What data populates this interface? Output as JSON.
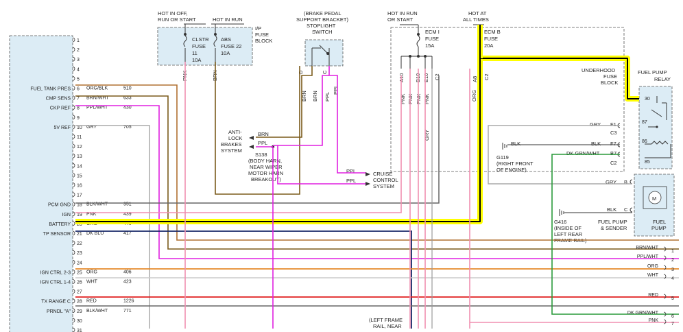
{
  "pcm": {
    "pins": [
      "1",
      "2",
      "3",
      "4",
      "5",
      "6",
      "7",
      "8",
      "9",
      "10",
      "11",
      "12",
      "13",
      "14",
      "15",
      "16",
      "17",
      "18",
      "19",
      "20",
      "21",
      "22",
      "23",
      "24",
      "25",
      "26",
      "27",
      "28",
      "29",
      "30",
      "31"
    ],
    "labels": {
      "6": "FUEL TANK PRES",
      "7": "CMP SENS",
      "8": "CKP REF",
      "10": "5V REF",
      "18": "PCM GND",
      "19": "IGN",
      "20": "BATTERY",
      "21": "TP SENSOR",
      "25": "IGN CTRL 2-3",
      "26": "IGN CTRL 1-4",
      "28": "TX RANGE C",
      "29": "PRNDL \"A\""
    },
    "wires": [
      {
        "pin": "6",
        "color": "ORG/BLK",
        "circuit": "510"
      },
      {
        "pin": "7",
        "color": "BRN/WHT",
        "circuit": "633"
      },
      {
        "pin": "8",
        "color": "PPL/WHT",
        "circuit": "430"
      },
      {
        "pin": "10",
        "color": "GRY",
        "circuit": "705"
      },
      {
        "pin": "18",
        "color": "BLK/WHT",
        "circuit": "351"
      },
      {
        "pin": "19",
        "color": "PNK",
        "circuit": "439"
      },
      {
        "pin": "20",
        "color": "ORG",
        "circuit": "440"
      },
      {
        "pin": "21",
        "color": "DK BLU",
        "circuit": "417"
      },
      {
        "pin": "25",
        "color": "ORG",
        "circuit": "406"
      },
      {
        "pin": "26",
        "color": "WHT",
        "circuit": "423"
      },
      {
        "pin": "28",
        "color": "RED",
        "circuit": "1226"
      },
      {
        "pin": "29",
        "color": "BLK/WHT",
        "circuit": "771"
      }
    ]
  },
  "ip_fuse": {
    "hot_off": "HOT IN OFF,",
    "hot_off2": "RUN OR START",
    "hot_run": "HOT IN RUN",
    "block1": "I/P",
    "block2": "FUSE",
    "block3": "BLOCK",
    "clstr1": "CLSTR",
    "clstr2": "FUSE",
    "clstr3": "11",
    "clstr4": "10A",
    "abs1": "ABS",
    "abs2": "FUSE 22",
    "abs3": "10A",
    "pnk": "PNK",
    "brn": "BRN"
  },
  "stoplight": {
    "t1": "(BRAKE PEDAL",
    "t2": "SUPPORT BRACKET)",
    "t3": "STOPLIGHT",
    "t4": "SWITCH",
    "d": "D",
    "c": "C",
    "brn1": "BRN",
    "brn2": "BRN",
    "ppl1": "PPL",
    "ppl2": "PPL"
  },
  "abs_sys": {
    "l1": "ANTI-",
    "l2": "LOCK",
    "l3": "BRAKES",
    "l4": "SYSTEM",
    "brn": "BRN",
    "ppl": "PPL",
    "s1": "S138",
    "s2": "(BODY HARN,",
    "s3": "NEAR WIPER",
    "s4": "MOTOR HARN",
    "s5": "BREAKOUT)"
  },
  "cruise": {
    "ppl1": "PPL",
    "ppl2": "PPL",
    "l1": "CRUISE",
    "l2": "CONTROL",
    "l3": "SYSTEM"
  },
  "ecm_fuse": {
    "hot_run": "HOT IN RUN",
    "hot_run2": "OR START",
    "ecm1": "ECM I",
    "ecm2": "FUSE",
    "ecm3": "15A",
    "hot_all": "HOT AT",
    "hot_all2": "ALL TIMES",
    "ecmb1": "ECM B",
    "ecmb2": "FUSE",
    "ecmb3": "20A",
    "a10": "A10",
    "b10": "B10",
    "e10": "E10",
    "c2a": "C2",
    "a8": "A8",
    "c2b": "C2",
    "pnk1": "PNK",
    "pnk2": "PNK",
    "pnk3": "PNK",
    "pnk4": "PNK",
    "org": "ORG",
    "gry": "GRY",
    "ub1": "UNDERHOOD",
    "ub2": "FUSE",
    "ub3": "BLOCK"
  },
  "relay": {
    "t1": "FUEL PUMP",
    "t2": "RELAY",
    "p30": "30",
    "p87": "87",
    "p86": "86",
    "p85": "85",
    "gry": "GRY",
    "f1": "F1",
    "c3": "C3",
    "blk": "BLK",
    "f7": "F7",
    "dkgrn": "DK GRN/WHT",
    "b7": "B7",
    "c2": "C2",
    "blk_g": "BLK",
    "g1": "G119",
    "g2": "(RIGHT FRONT",
    "g3": "OF ENGINE)"
  },
  "pump": {
    "gry": "GRY",
    "b": "B",
    "blk": "BLK",
    "c": "C",
    "m": "M",
    "s1": "FUEL PUMP",
    "s2": "& SENDER",
    "p1": "FUEL",
    "p2": "PUMP",
    "g1": "G416",
    "g2": "(INSIDE OF",
    "g3": "LEFT REAR",
    "g4": "FRAME RAIL)"
  },
  "right_conn": [
    {
      "n": "1",
      "color": "BRN/WHT"
    },
    {
      "n": "2",
      "color": "PPL/WHT"
    },
    {
      "n": "3",
      "color": "ORG"
    },
    {
      "n": "4",
      "color": "WHT"
    },
    {
      "n": "5",
      "color": "RED"
    },
    {
      "n": "6",
      "color": "DK GRN/WHT"
    },
    {
      "n": "7",
      "color": "PNK"
    }
  ],
  "bottom": {
    "l1": "(LEFT FRAME",
    "l2": "RAIL, NEAR"
  }
}
